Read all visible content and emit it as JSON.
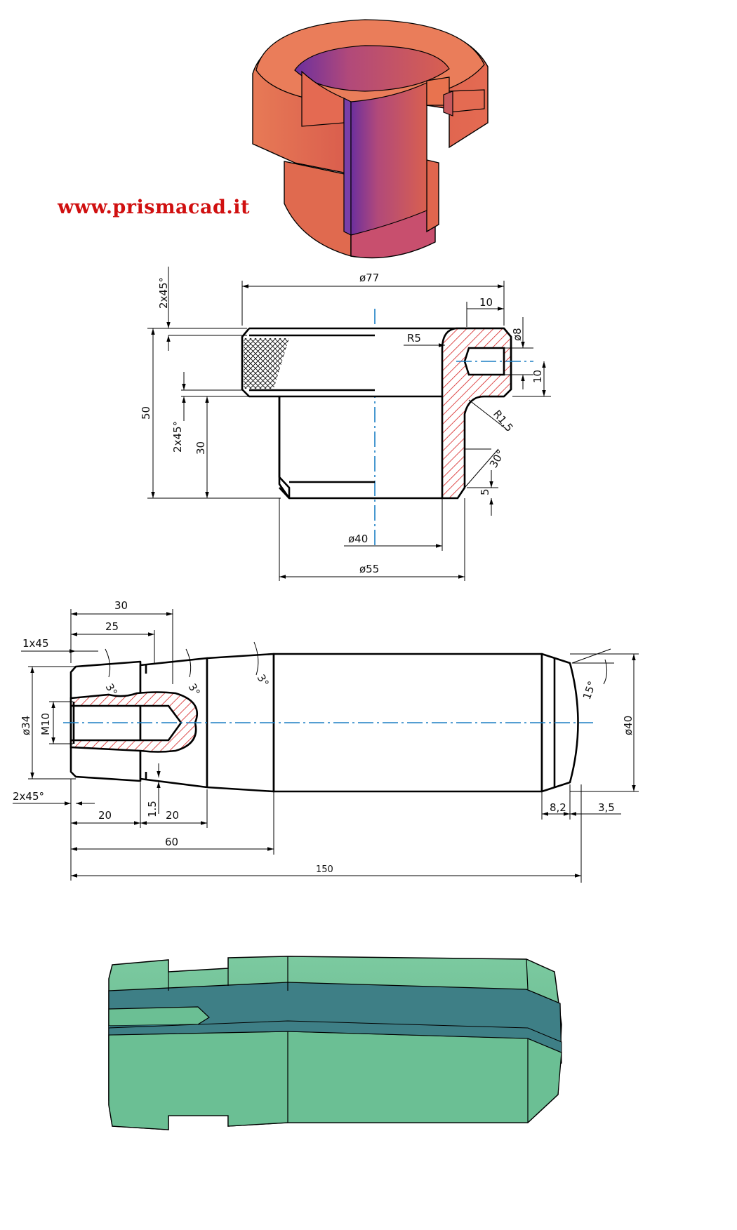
{
  "site": {
    "url": "www.prismacad.it",
    "color": "#d01010"
  },
  "colors": {
    "bushing": "#e0664e",
    "bushing_inner": "#7a3fa8",
    "pin": "#6bbf94",
    "pin_shade": "#3e7f86",
    "centerline": "#1b7fc4",
    "hatch": "#d62020"
  },
  "bushing_dims": {
    "d_outer": "ø77",
    "flange_w": "10",
    "pin_d": "ø8",
    "radius_big": "R5",
    "pin_h": "10",
    "chamfer_top": "2x45°",
    "height_total": "50",
    "chamfer_mid": "2x45°",
    "height_neck": "30",
    "radius_small": "R1,5",
    "angle": "30°",
    "step": "5",
    "d_bore": "ø40",
    "d_neck": "ø55"
  },
  "shaft_dims": {
    "len_30": "30",
    "len_25": "25",
    "chamfer_1x45": "1x45",
    "taper_1": "3°",
    "taper_2": "3°",
    "taper_3": "3°",
    "angle_15": "15°",
    "d34": "ø34",
    "thread": "M10",
    "d40": "ø40",
    "chamfer_2x45": "2x45°",
    "len_20a": "20",
    "step_1_5": "1.5",
    "len_20b": "20",
    "len_8_2": "8,2",
    "len_3_5": "3,5",
    "len_60": "60",
    "len_150": "150"
  }
}
